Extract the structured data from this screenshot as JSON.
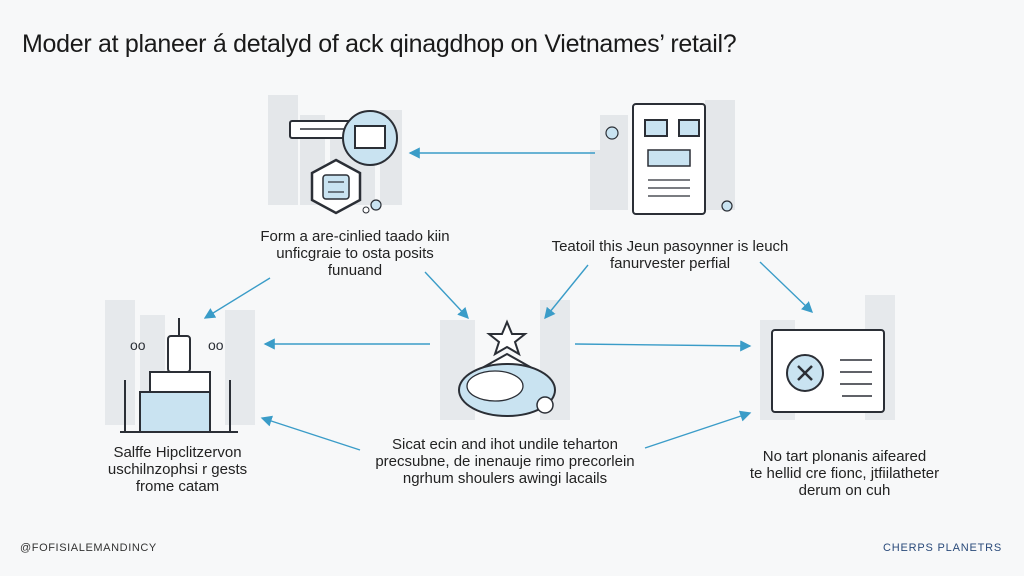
{
  "title": "Moder at planeer á detalyd of ack qinagdhop on Vietnames’ retail?",
  "nodes": {
    "top_left": {
      "icon": "cabinet-hexagon-icon",
      "caption": [
        "Form a are-cinlied taado kiin",
        "unficgraie to osta posits",
        "funuand"
      ]
    },
    "top_right": {
      "icon": "document-dashboard-icon",
      "caption": [
        "Teatoil this Jeun pasoynner is leuch",
        "fanurvester perfial"
      ]
    },
    "middle_left": {
      "icon": "workstation-robot-icon",
      "caption": [
        "Salffe Hipclitzervon",
        "uschilnzophsi r gests",
        "frome catam"
      ]
    },
    "center": {
      "icon": "cloud-star-icon",
      "caption": [
        "Sicat ecin and ihot undile teharton",
        "precsubne, de inenauje rimo precorlein",
        "ngrhum shoulers awingi lacails"
      ]
    },
    "middle_right": {
      "icon": "checklist-screen-icon",
      "caption": [
        "No tart plonanis aifeared",
        "te hellid cre fionc, jtfiilatheter",
        "derum on cuh"
      ]
    }
  },
  "colors": {
    "accent": "#3a9cc8",
    "icon_fill": "#c9e3f1",
    "stroke": "#2b2f36"
  },
  "footer": {
    "left": "@FOFISIALEMANDINCY",
    "right": "CHERPS PLANETRS"
  }
}
